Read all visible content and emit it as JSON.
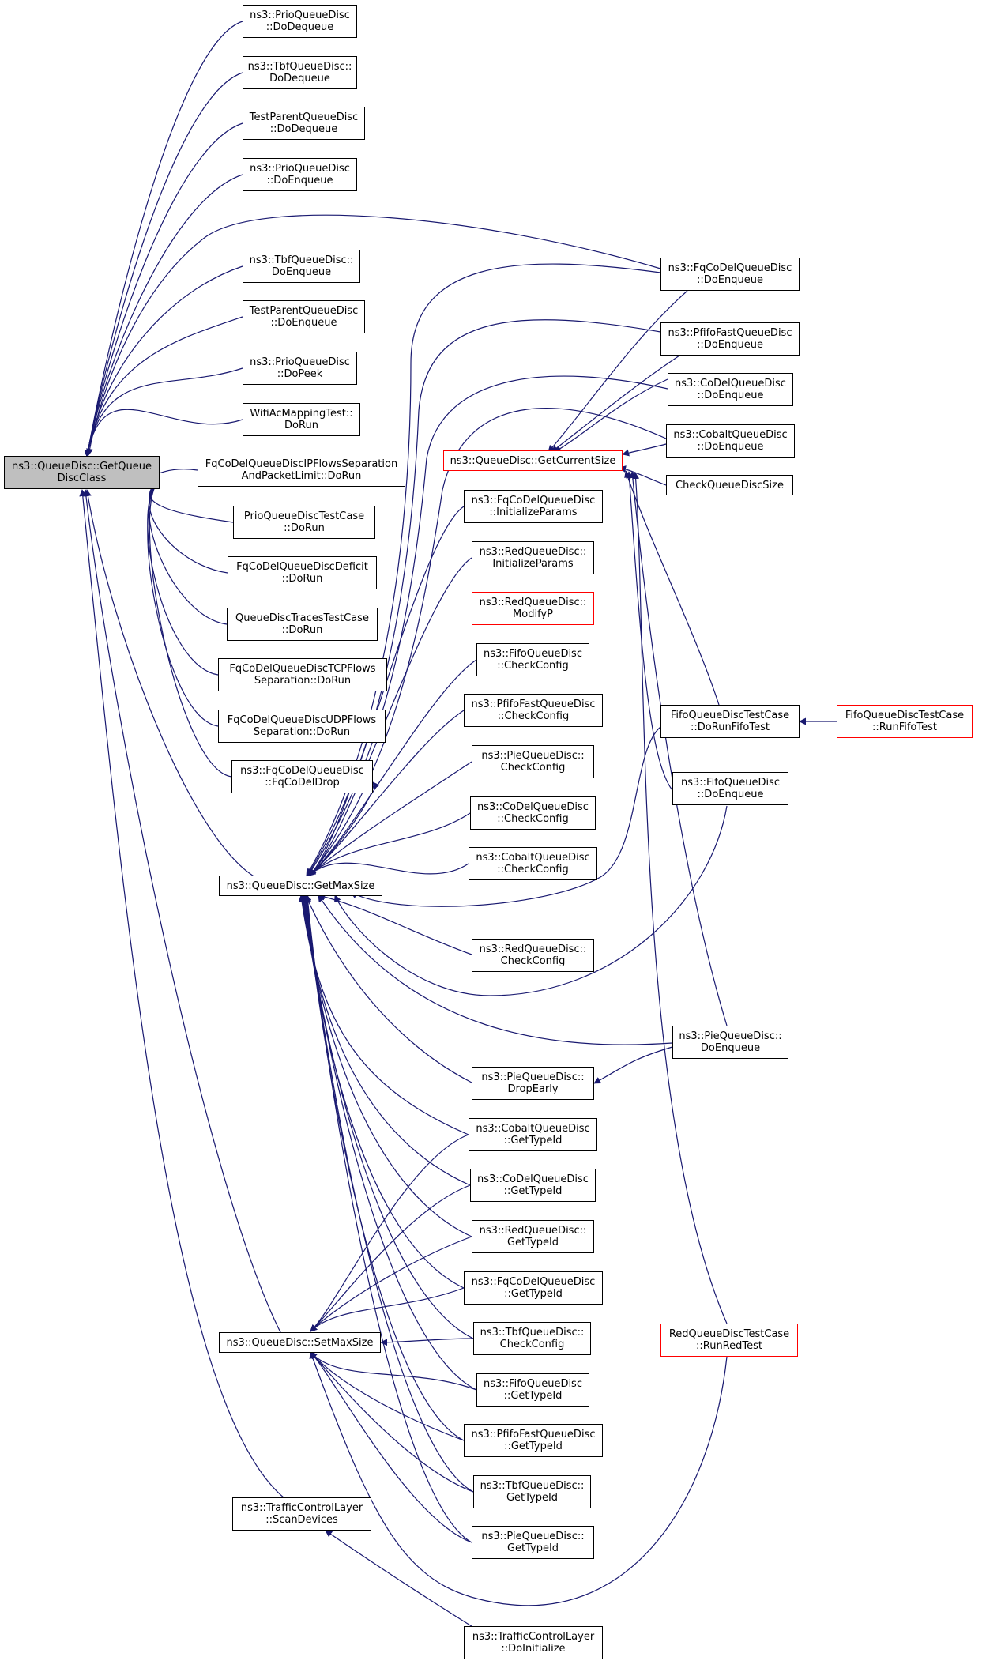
{
  "colors": {
    "edge": "#191970",
    "root_fill": "#bfbfbf",
    "normal_border": "#000000",
    "incomplete_border": "#ff0000"
  },
  "root": {
    "id": "root",
    "lines": [
      "ns3::QueueDisc::GetQueue",
      "DiscClass"
    ]
  },
  "nodes": [
    {
      "id": "prioDoDequeue",
      "lines": [
        "ns3::PrioQueueDisc",
        "::DoDequeue"
      ],
      "border": "normal"
    },
    {
      "id": "tbfDoDequeue",
      "lines": [
        "ns3::TbfQueueDisc::",
        "DoDequeue"
      ],
      "border": "normal"
    },
    {
      "id": "testParentDoDequeue",
      "lines": [
        "TestParentQueueDisc",
        "::DoDequeue"
      ],
      "border": "normal"
    },
    {
      "id": "prioDoEnqueue",
      "lines": [
        "ns3::PrioQueueDisc",
        "::DoEnqueue"
      ],
      "border": "normal"
    },
    {
      "id": "tbfDoEnqueue",
      "lines": [
        "ns3::TbfQueueDisc::",
        "DoEnqueue"
      ],
      "border": "normal"
    },
    {
      "id": "testParentDoEnqueue",
      "lines": [
        "TestParentQueueDisc",
        "::DoEnqueue"
      ],
      "border": "normal"
    },
    {
      "id": "prioDoPeek",
      "lines": [
        "ns3::PrioQueueDisc",
        "::DoPeek"
      ],
      "border": "normal"
    },
    {
      "id": "wifiAcMapping",
      "lines": [
        "WifiAcMappingTest::",
        "DoRun"
      ],
      "border": "normal"
    },
    {
      "id": "fqIpFlows",
      "lines": [
        "FqCoDelQueueDiscIPFlowsSeparation",
        "AndPacketLimit::DoRun"
      ],
      "border": "normal"
    },
    {
      "id": "prioTestCase",
      "lines": [
        "PrioQueueDiscTestCase",
        "::DoRun"
      ],
      "border": "normal"
    },
    {
      "id": "fqDeficit",
      "lines": [
        "FqCoDelQueueDiscDeficit",
        "::DoRun"
      ],
      "border": "normal"
    },
    {
      "id": "tracesTestCase",
      "lines": [
        "QueueDiscTracesTestCase",
        "::DoRun"
      ],
      "border": "normal"
    },
    {
      "id": "fqTcpFlows",
      "lines": [
        "FqCoDelQueueDiscTCPFlows",
        "Separation::DoRun"
      ],
      "border": "normal"
    },
    {
      "id": "fqUdpFlows",
      "lines": [
        "FqCoDelQueueDiscUDPFlows",
        "Separation::DoRun"
      ],
      "border": "normal"
    },
    {
      "id": "fqCoDelDrop",
      "lines": [
        "ns3::FqCoDelQueueDisc",
        "::FqCoDelDrop"
      ],
      "border": "normal"
    },
    {
      "id": "getMaxSize",
      "lines": [
        "ns3::QueueDisc::GetMaxSize"
      ],
      "border": "normal"
    },
    {
      "id": "setMaxSize",
      "lines": [
        "ns3::QueueDisc::SetMaxSize"
      ],
      "border": "normal"
    },
    {
      "id": "scanDevices",
      "lines": [
        "ns3::TrafficControlLayer",
        "::ScanDevices"
      ],
      "border": "normal"
    },
    {
      "id": "doInitialize",
      "lines": [
        "ns3::TrafficControlLayer",
        "::DoInitialize"
      ],
      "border": "normal"
    },
    {
      "id": "getCurrentSize",
      "lines": [
        "ns3::QueueDisc::GetCurrentSize"
      ],
      "border": "red"
    },
    {
      "id": "fqInitParams",
      "lines": [
        "ns3::FqCoDelQueueDisc",
        "::InitializeParams"
      ],
      "border": "normal"
    },
    {
      "id": "redInitParams",
      "lines": [
        "ns3::RedQueueDisc::",
        "InitializeParams"
      ],
      "border": "normal"
    },
    {
      "id": "redModifyP",
      "lines": [
        "ns3::RedQueueDisc::",
        "ModifyP"
      ],
      "border": "red"
    },
    {
      "id": "fifoCheckConfig",
      "lines": [
        "ns3::FifoQueueDisc",
        "::CheckConfig"
      ],
      "border": "normal"
    },
    {
      "id": "pfifoCheckConfig",
      "lines": [
        "ns3::PfifoFastQueueDisc",
        "::CheckConfig"
      ],
      "border": "normal"
    },
    {
      "id": "pieCheckConfig",
      "lines": [
        "ns3::PieQueueDisc::",
        "CheckConfig"
      ],
      "border": "normal"
    },
    {
      "id": "codelCheckConfig",
      "lines": [
        "ns3::CoDelQueueDisc",
        "::CheckConfig"
      ],
      "border": "normal"
    },
    {
      "id": "cobaltCheckConfig",
      "lines": [
        "ns3::CobaltQueueDisc",
        "::CheckConfig"
      ],
      "border": "normal"
    },
    {
      "id": "redCheckConfig",
      "lines": [
        "ns3::RedQueueDisc::",
        "CheckConfig"
      ],
      "border": "normal"
    },
    {
      "id": "pieDropEarly",
      "lines": [
        "ns3::PieQueueDisc::",
        "DropEarly"
      ],
      "border": "normal"
    },
    {
      "id": "cobaltGetTypeId",
      "lines": [
        "ns3::CobaltQueueDisc",
        "::GetTypeId"
      ],
      "border": "normal"
    },
    {
      "id": "codelGetTypeId",
      "lines": [
        "ns3::CoDelQueueDisc",
        "::GetTypeId"
      ],
      "border": "normal"
    },
    {
      "id": "redGetTypeId",
      "lines": [
        "ns3::RedQueueDisc::",
        "GetTypeId"
      ],
      "border": "normal"
    },
    {
      "id": "fqGetTypeId",
      "lines": [
        "ns3::FqCoDelQueueDisc",
        "::GetTypeId"
      ],
      "border": "normal"
    },
    {
      "id": "tbfCheckConfig",
      "lines": [
        "ns3::TbfQueueDisc::",
        "CheckConfig"
      ],
      "border": "normal"
    },
    {
      "id": "fifoGetTypeId",
      "lines": [
        "ns3::FifoQueueDisc",
        "::GetTypeId"
      ],
      "border": "normal"
    },
    {
      "id": "pfifoGetTypeId",
      "lines": [
        "ns3::PfifoFastQueueDisc",
        "::GetTypeId"
      ],
      "border": "normal"
    },
    {
      "id": "tbfGetTypeId",
      "lines": [
        "ns3::TbfQueueDisc::",
        "GetTypeId"
      ],
      "border": "normal"
    },
    {
      "id": "pieGetTypeId",
      "lines": [
        "ns3::PieQueueDisc::",
        "GetTypeId"
      ],
      "border": "normal"
    },
    {
      "id": "fqDoEnqueue",
      "lines": [
        "ns3::FqCoDelQueueDisc",
        "::DoEnqueue"
      ],
      "border": "normal"
    },
    {
      "id": "pfifoDoEnqueue",
      "lines": [
        "ns3::PfifoFastQueueDisc",
        "::DoEnqueue"
      ],
      "border": "normal"
    },
    {
      "id": "codelDoEnqueue",
      "lines": [
        "ns3::CoDelQueueDisc",
        "::DoEnqueue"
      ],
      "border": "normal"
    },
    {
      "id": "cobaltDoEnqueue",
      "lines": [
        "ns3::CobaltQueueDisc",
        "::DoEnqueue"
      ],
      "border": "normal"
    },
    {
      "id": "checkQueueDiscSize",
      "lines": [
        "CheckQueueDiscSize"
      ],
      "border": "normal"
    },
    {
      "id": "fifoDoRunFifoTest",
      "lines": [
        "FifoQueueDiscTestCase",
        "::DoRunFifoTest"
      ],
      "border": "normal"
    },
    {
      "id": "fifoDoEnqueue",
      "lines": [
        "ns3::FifoQueueDisc",
        "::DoEnqueue"
      ],
      "border": "normal"
    },
    {
      "id": "pieDoEnqueue",
      "lines": [
        "ns3::PieQueueDisc::",
        "DoEnqueue"
      ],
      "border": "normal"
    },
    {
      "id": "redRunRedTest",
      "lines": [
        "RedQueueDiscTestCase",
        "::RunRedTest"
      ],
      "border": "red"
    },
    {
      "id": "fifoRunFifoTest",
      "lines": [
        "FifoQueueDiscTestCase",
        "::RunFifoTest"
      ],
      "border": "red"
    }
  ]
}
